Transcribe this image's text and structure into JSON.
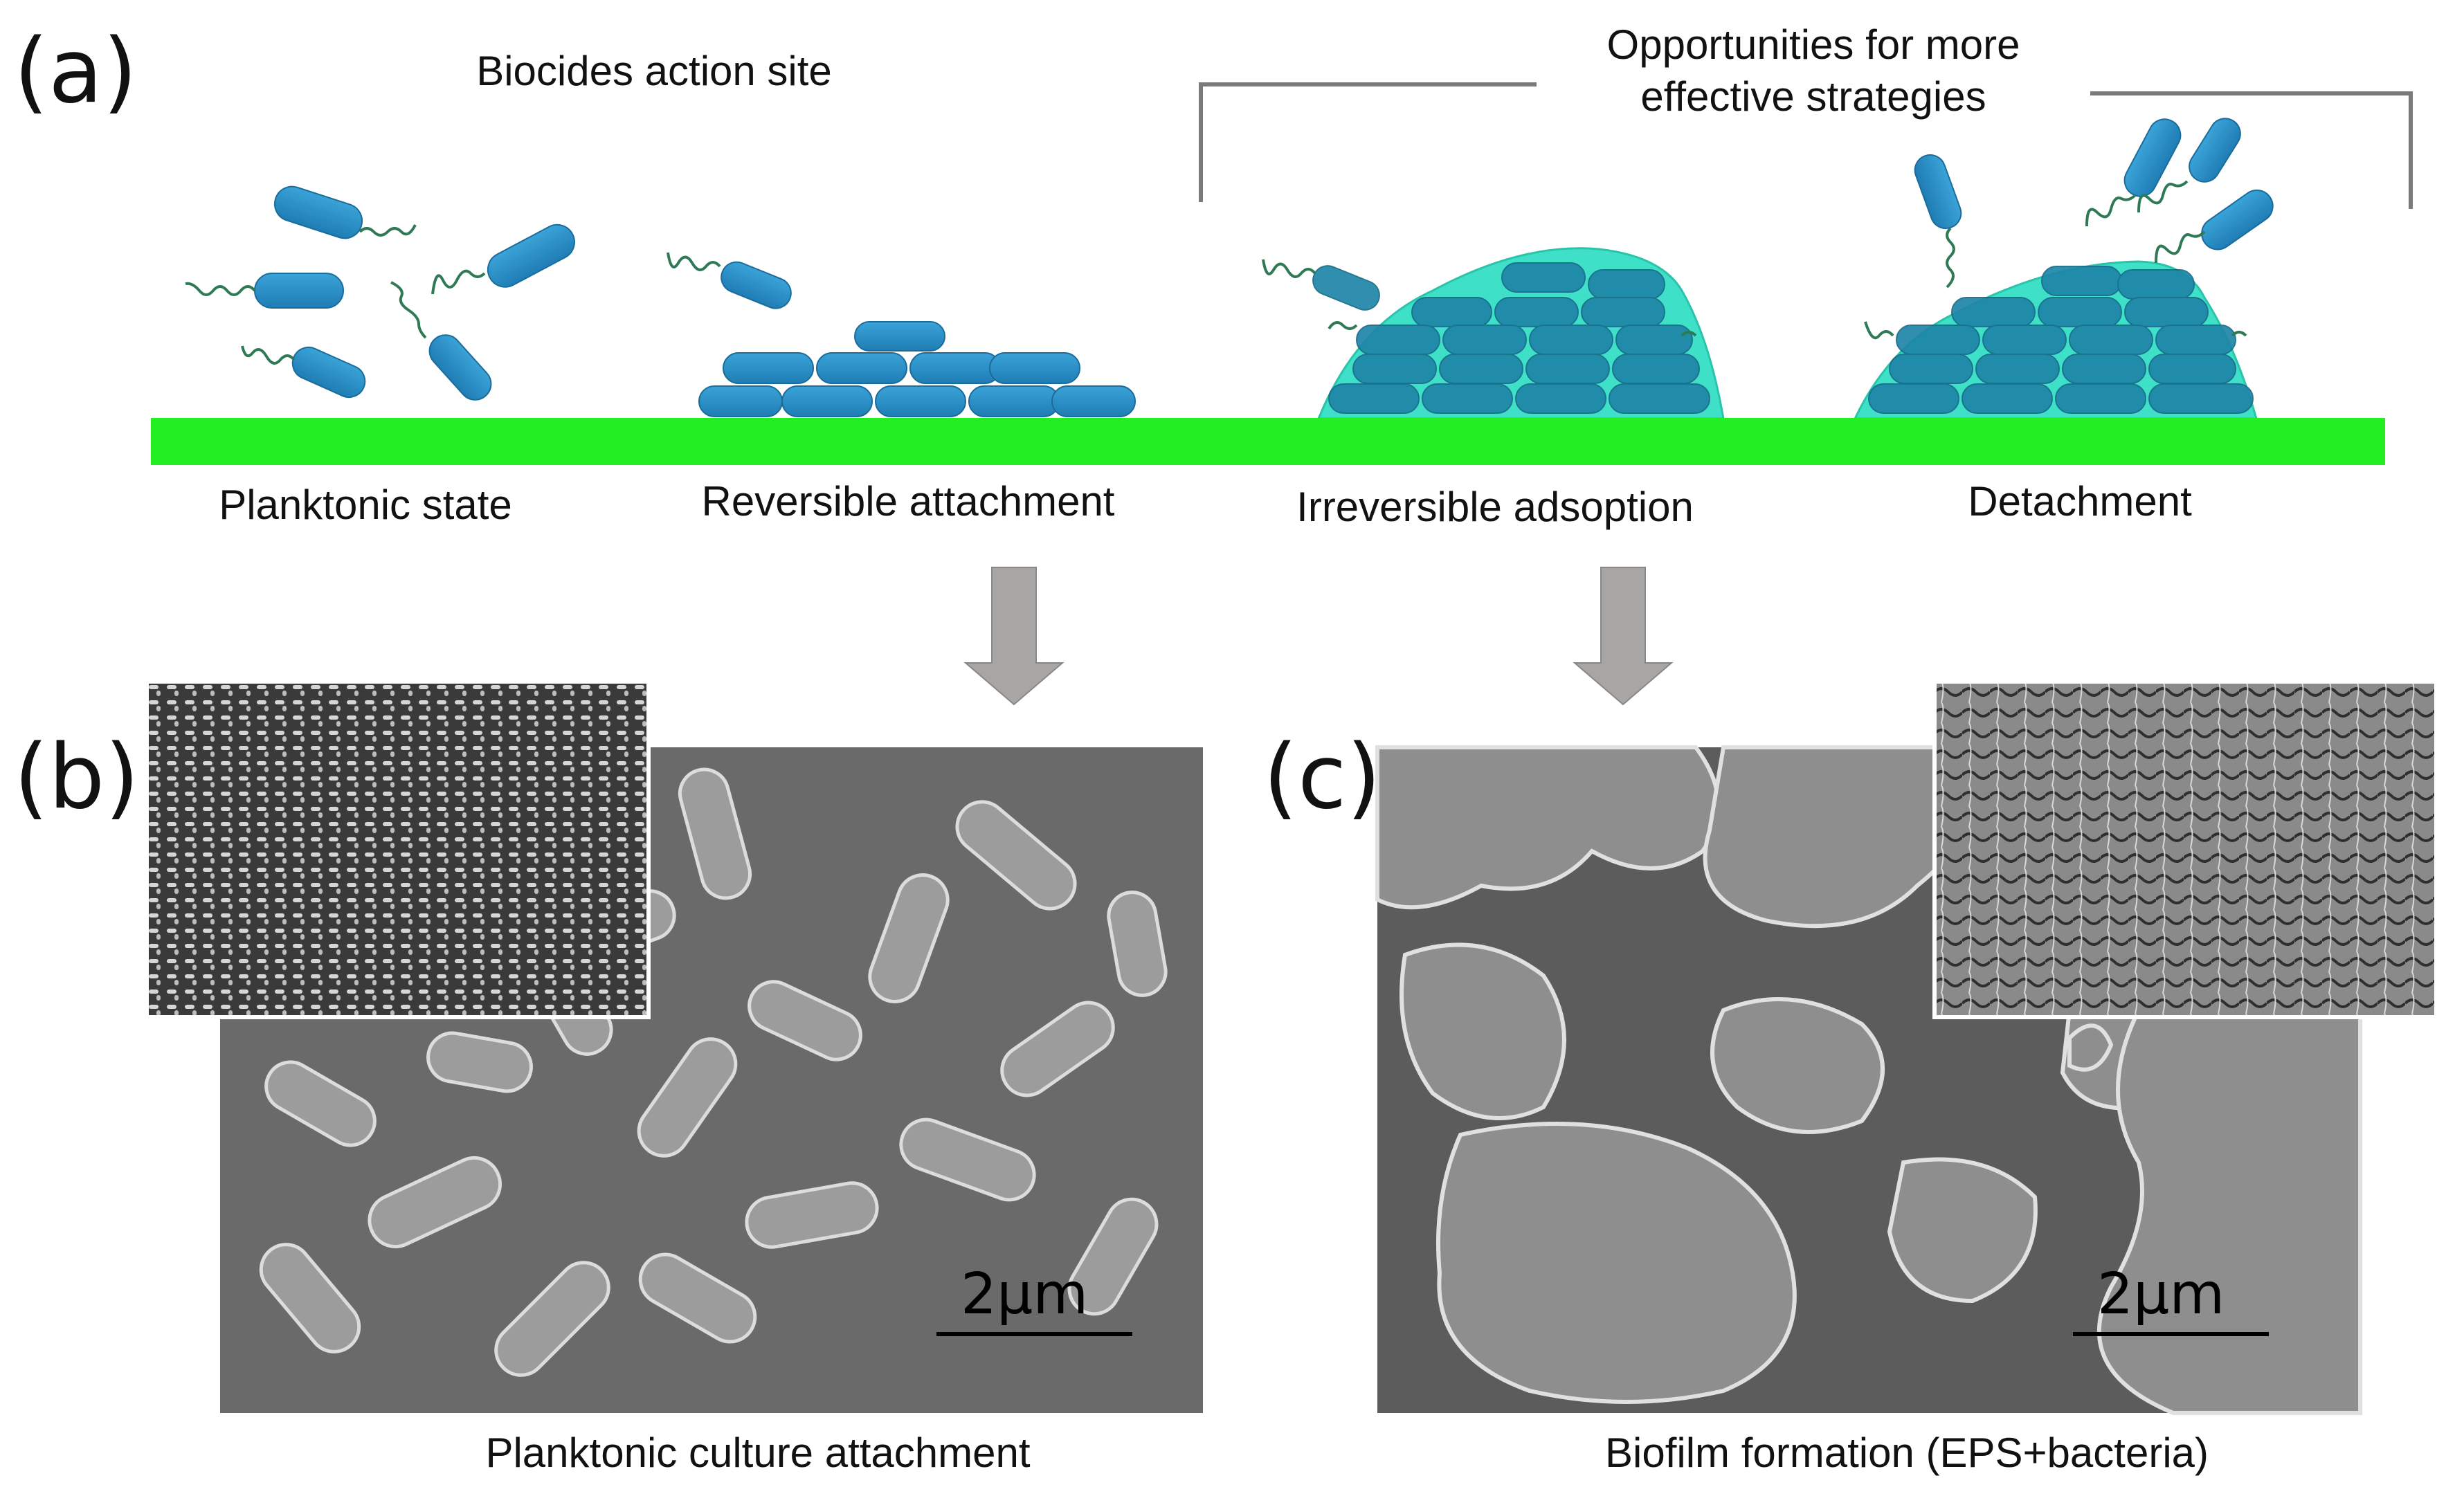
{
  "panels": {
    "a": "(a)",
    "b": "(b)",
    "c": "(c)"
  },
  "header": {
    "biocides": "Biocides action site",
    "opportunities_line1": "Opportunities for more",
    "opportunities_line2": "effective strategies"
  },
  "stages": [
    {
      "label": "Planktonic state"
    },
    {
      "label": "Reversible attachment"
    },
    {
      "label": "Irreversible adsoption"
    },
    {
      "label": "Detachment"
    }
  ],
  "micrographs": {
    "b_scale": "2μm",
    "c_scale": "2μm",
    "b_caption": "Planktonic culture attachment",
    "c_caption": "Biofilm formation (EPS+bacteria)"
  },
  "colors": {
    "surface": "#22ee22",
    "bacteria": "#2a8fc6",
    "matrix": "#3fe0c8",
    "arrow": "#a8a6a4",
    "bracket": "#7a7a7a",
    "sem_bg": "#6a6a6a"
  }
}
